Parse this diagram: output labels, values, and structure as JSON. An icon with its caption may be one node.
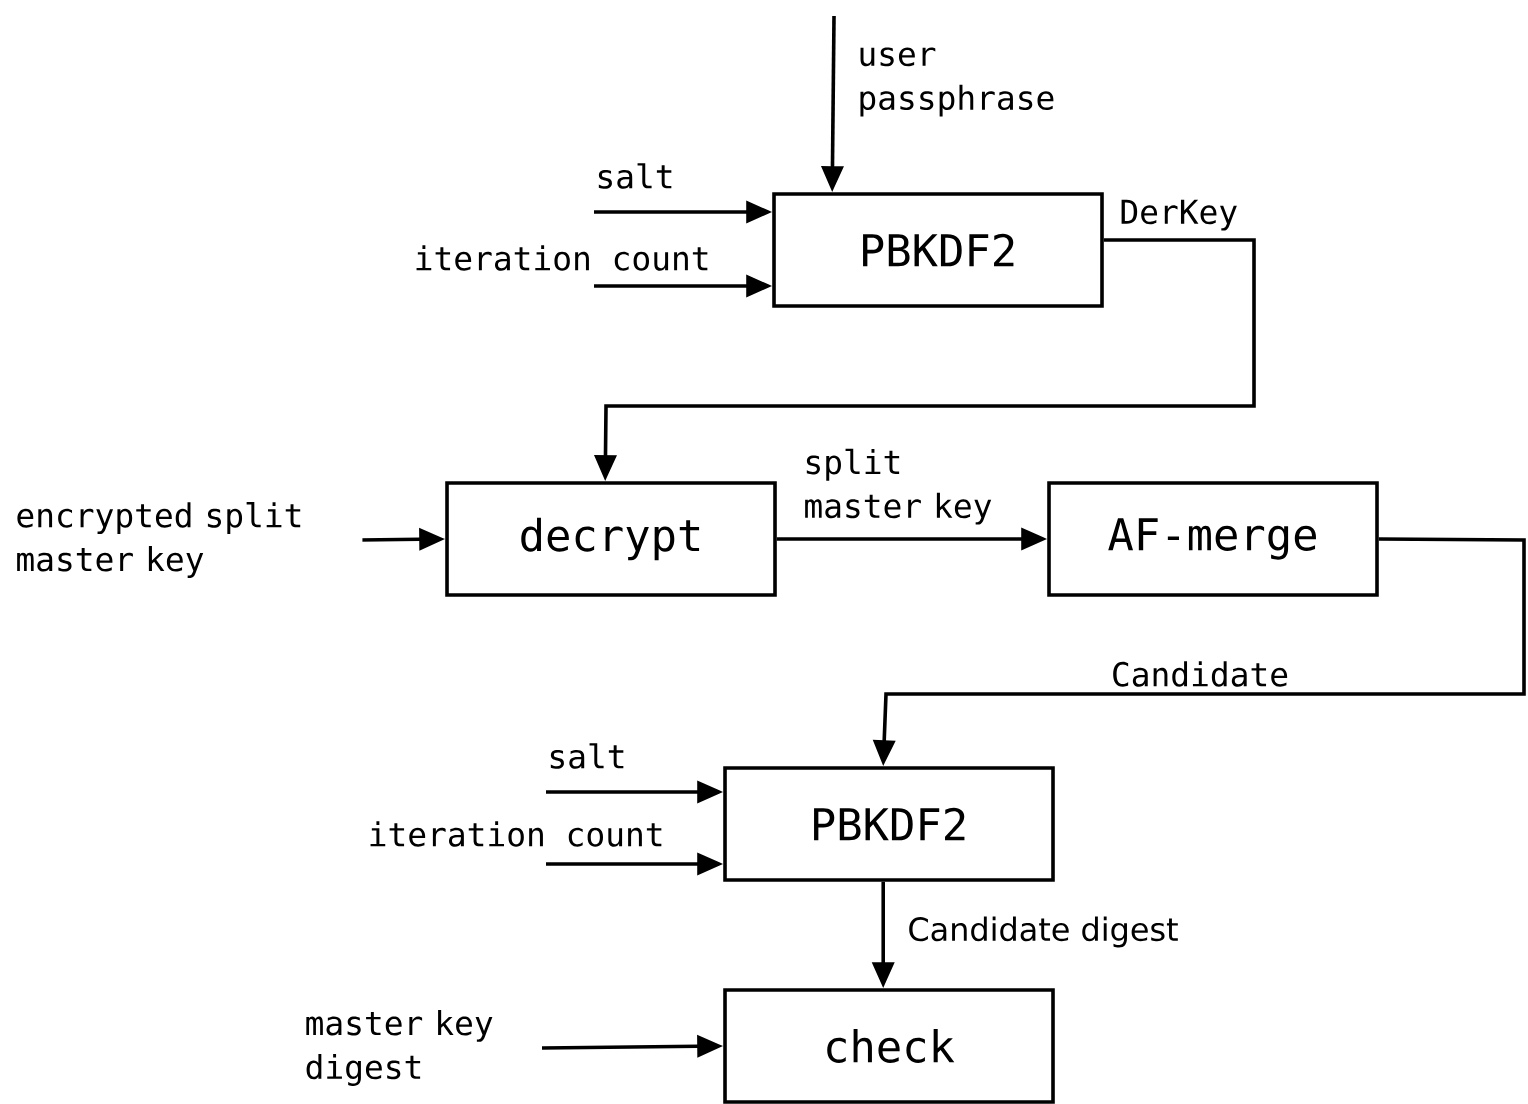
{
  "diagram": {
    "nodes": [
      {
        "text": [
          "PBKDF2"
        ]
      },
      {
        "text": [
          "decrypt"
        ]
      },
      {
        "text": [
          "AF-merge"
        ]
      },
      {
        "text": [
          "PBKDF2"
        ]
      },
      {
        "text": [
          "check"
        ]
      }
    ],
    "edges": [
      {
        "from": null,
        "to": 0,
        "arrow": "to",
        "label": "user passphrase"
      },
      {
        "from": null,
        "to": 0,
        "arrow": "to",
        "label": "salt"
      },
      {
        "from": null,
        "to": 0,
        "arrow": "to",
        "label": "iteration count"
      },
      {
        "from": 0,
        "to": 1,
        "arrow": "to",
        "label": "DerKey"
      },
      {
        "from": null,
        "to": 1,
        "arrow": "to",
        "label": "encrypted split master key"
      },
      {
        "from": 1,
        "to": 2,
        "arrow": "to",
        "label": "split master key"
      },
      {
        "from": 2,
        "to": 3,
        "arrow": "to",
        "label": "Candidate"
      },
      {
        "from": null,
        "to": 3,
        "arrow": "to",
        "label": "salt"
      },
      {
        "from": null,
        "to": 3,
        "arrow": "to",
        "label": "iteration count"
      },
      {
        "from": 3,
        "to": 4,
        "arrow": "to",
        "label": "Candidate digest"
      },
      {
        "from": null,
        "to": 4,
        "arrow": "to",
        "label": "master key digest"
      }
    ]
  }
}
